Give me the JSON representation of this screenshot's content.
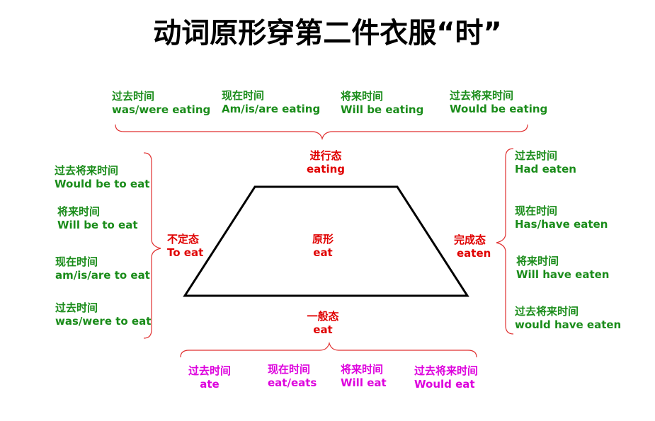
{
  "title": "动词原形穿第二件衣服“时”",
  "center": {
    "label": "原形",
    "form": "eat"
  },
  "progressive": {
    "label": "进行态",
    "form": "eating"
  },
  "infinitive": {
    "label": "不定态",
    "form": "To eat"
  },
  "perfect": {
    "label": "完成态",
    "form": "eaten"
  },
  "simple": {
    "label": "一般态",
    "form": "eat"
  },
  "top_group": [
    {
      "time": "过去时间",
      "form": "was/were eating"
    },
    {
      "time": "现在时间",
      "form": "Am/is/are eating"
    },
    {
      "time": "将来时间",
      "form": "Will be eating"
    },
    {
      "time": "过去将来时间",
      "form": "Would be eating"
    }
  ],
  "left_group": [
    {
      "time": "过去将来时间",
      "form": "Would be to eat"
    },
    {
      "time": "将来时间",
      "form": "Will be to eat"
    },
    {
      "time": "现在时间",
      "form": "am/is/are to eat"
    },
    {
      "time": "过去时间",
      "form": "was/were to eat"
    }
  ],
  "right_group": [
    {
      "time": "过去时间",
      "form": "Had eaten"
    },
    {
      "time": "现在时间",
      "form": "Has/have eaten"
    },
    {
      "time": "将来时间",
      "form": "Will have eaten"
    },
    {
      "time": "过去将来时间",
      "form": "would have eaten"
    }
  ],
  "bottom_group": [
    {
      "time": "过去时间",
      "form": "ate"
    },
    {
      "time": "现在时间",
      "form": "eat/eats"
    },
    {
      "time": "将来时间",
      "form": "Will eat"
    },
    {
      "time": "过去将来时间",
      "form": "Would eat"
    }
  ],
  "colors": {
    "group_text": "#1a8c1a",
    "state_text": "#e00000",
    "simple_group_text": "#dd00dd",
    "brace": "#e03030",
    "shape": "#000000"
  }
}
